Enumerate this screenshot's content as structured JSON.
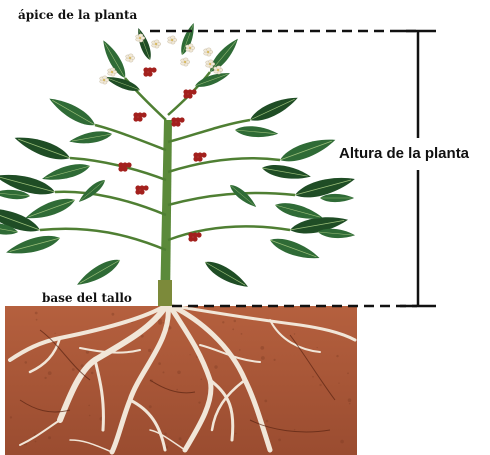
{
  "labels": {
    "apex": "ápice de la planta",
    "base": "base del tallo",
    "height": "Altura de la planta"
  },
  "colors": {
    "soil": "#a8583a",
    "soil_dark": "#7a3a22",
    "roots": "#f1e6d8",
    "leaf": "#2f6b36",
    "leaf_dark": "#1f4d25",
    "stem": "#5b8a3a",
    "berries": "#a3201d",
    "flowers": "#f3ead8",
    "measure_line": "#111111"
  }
}
